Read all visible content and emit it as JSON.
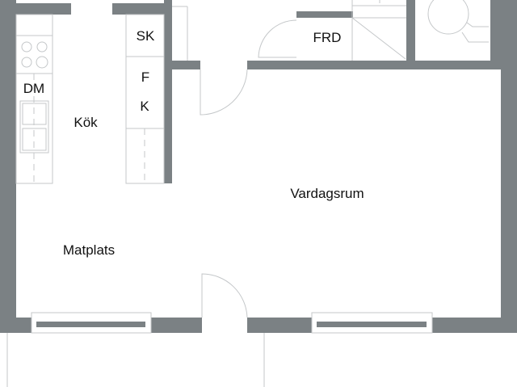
{
  "plan": {
    "rooms": {
      "kitchen": "Kök",
      "dining": "Matplats",
      "living": "Vardagsrum",
      "storage": "FRD"
    },
    "fixtures": {
      "dishwasher": "DM",
      "cabinet": "SK",
      "fridge": "F",
      "freezer": "K"
    },
    "colors": {
      "wall": "#7b8184",
      "line": "#c4c7c9"
    }
  }
}
